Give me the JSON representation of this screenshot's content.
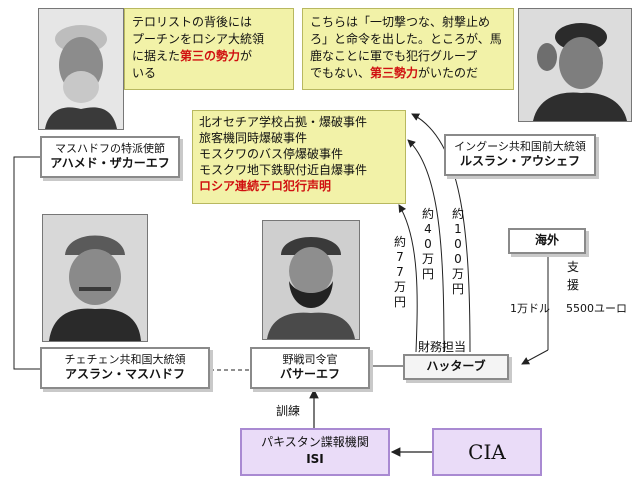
{
  "bubble_left": {
    "line1": "テロリストの背後には",
    "line2": "プーチンをロシア大統領",
    "line3_pre": "に据えた",
    "line3_red": "第三の勢力",
    "line3_post": "が",
    "line4": "いる"
  },
  "bubble_right": {
    "line1": "こちらは「一切撃つな、射撃止め",
    "line2": "ろ」と命令を出した。ところが、馬",
    "line3": "鹿なことに軍でも犯行グループ",
    "line4_pre": "でもない、",
    "line4_red": "第三勢力",
    "line4_post": "がいたのだ"
  },
  "incidents": {
    "items": [
      "北オセチア学校占拠・爆破事件",
      "旅客機同時爆破事件",
      "モスクワのバス停爆破事件",
      "モスクワ地下鉄駅付近自爆事件"
    ],
    "highlight": "ロシア連続テロ犯行声明"
  },
  "envoy": {
    "title": "マスハドフの特派使節",
    "name": "アハメド・ザカーエフ"
  },
  "ingush": {
    "title": "イングーシ共和国前大統領",
    "name": "ルスラン・アウシェフ"
  },
  "maskhadov": {
    "title": "チェチェン共和国大統領",
    "name": "アスラン・マスハドフ"
  },
  "basayev": {
    "title": "野戦司令官",
    "name": "バサーエフ"
  },
  "khattab": {
    "name": "ハッターブ"
  },
  "overseas": {
    "name": "海外"
  },
  "isi": {
    "line1": "パキスタン諜報機関",
    "line2": "ISI"
  },
  "cia": {
    "name": "CIA"
  },
  "labels": {
    "finance": "財務担当",
    "training": "訓練",
    "support": "支援",
    "one_man_dollar": "1万ドル",
    "euro": "5500ユーロ",
    "yen77": "約77万円",
    "yen40": "約40万円",
    "yen100": "約100万円"
  }
}
